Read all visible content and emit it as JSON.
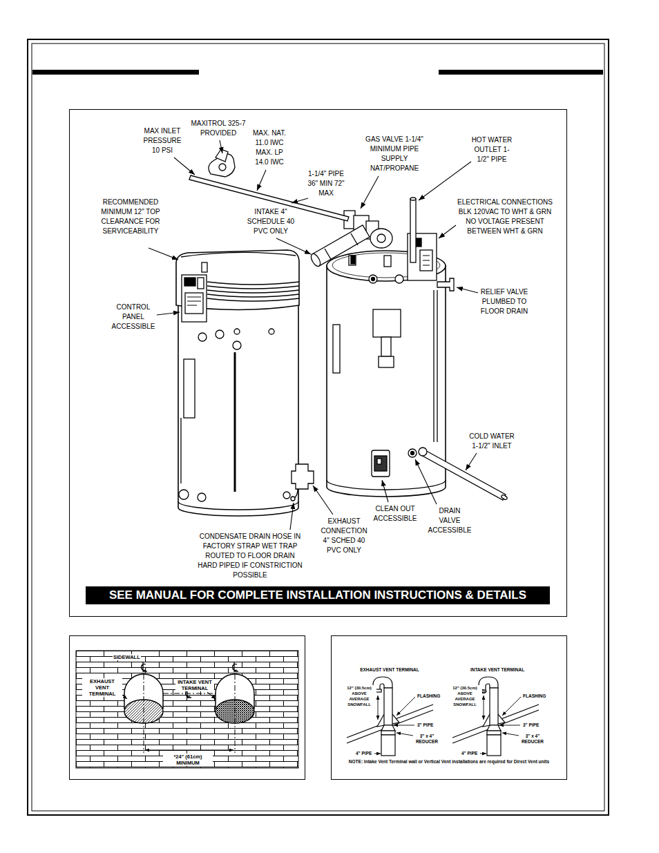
{
  "diagram": {
    "nodes": [
      {
        "text": [
          "SEE MANUAL FOR COMPLETE INSTALLATION INSTRUCTIONS & DETAILS"
        ]
      }
    ],
    "labels": [
      "MAXITROL 325-7 PROVIDED",
      "MAX INLET PRESSURE 10 PSI",
      "MAX. NAT. 11.0 IWC MAX. LP 14.0 IWC",
      "GAS VALVE 1-1/4\" MINIMUM PIPE SUPPLY NAT/PROPANE",
      "HOT WATER OUTLET 1-1/2\" PIPE",
      "1-1/4\" PIPE 36\" MIN 72\" MAX",
      "RECOMMENDED MINIMUM 12\" TOP CLEARANCE FOR SERVICEABILITY",
      "ELECTRICAL CONNECTIONS BLK 120VAC TO WHT & GRN NO VOLTAGE PRESENT BETWEEN WHT & GRN",
      "INTAKE 4\" SCHEDULE 40 PVC ONLY",
      "RELIEF VALVE PLUMBED TO FLOOR DRAIN",
      "CONTROL PANEL ACCESSIBLE",
      "COLD WATER 1-1/2\" INLET",
      "CLEAN OUT ACCESSIBLE",
      "DRAIN VALVE ACCESSIBLE",
      "EXHAUST CONNECTION 4\" SCHED 40 PVC ONLY",
      "CONDENSATE DRAIN HOSE IN FACTORY STRAP WET TRAP ROUTED TO FLOOR DRAIN HARD PIPED IF CONSTRICTION POSSIBLE",
      "SIDEWALL",
      "EXHAUST VENT TERMINAL",
      "INTAKE VENT TERMINAL",
      "*24\" (61cm) MINIMUM",
      "EXHAUST VENT TERMINAL",
      "INTAKE VENT TERMINAL",
      "12\" (30.5cm) ABOVE AVERAGE SNOWFALL",
      "FLASHING",
      "3\" PIPE",
      "3\" x 4\" REDUCER",
      "4\" PIPE",
      "12\" (30.5cm) ABOVE AVERAGE SNOWFALL",
      "FLASHING",
      "3\" PIPE",
      "3\" x 4\" REDUCER",
      "4\" PIPE",
      "NOTE: Intake Vent Terminal wall or Vertical Vent installations are required for Direct Vent units"
    ]
  }
}
